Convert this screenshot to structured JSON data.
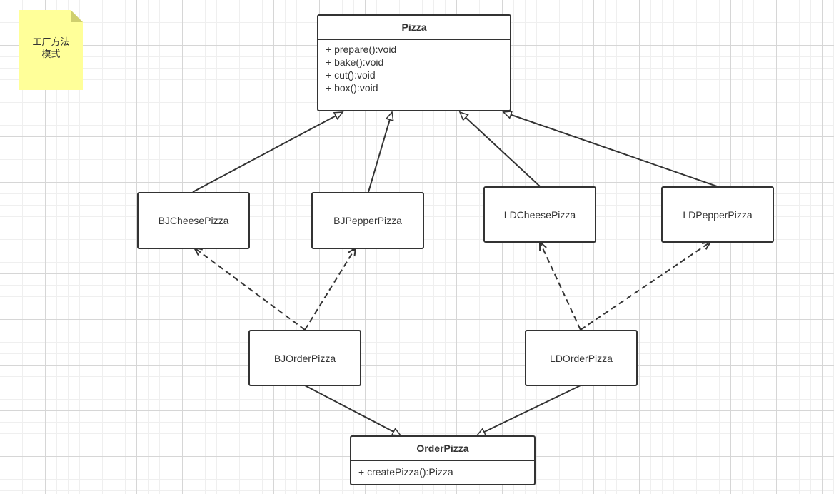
{
  "note": {
    "lines": [
      "工厂方法",
      "模式"
    ],
    "color": "#ffff99"
  },
  "classes": {
    "pizza": {
      "name": "Pizza",
      "methods": [
        "+ prepare():void",
        "+ bake():void",
        "+ cut():void",
        "+ box():void"
      ]
    },
    "bj_cheese_pizza": {
      "name": "BJCheesePizza"
    },
    "bj_pepper_pizza": {
      "name": "BJPepperPizza"
    },
    "ld_cheese_pizza": {
      "name": "LDCheesePizza"
    },
    "ld_pepper_pizza": {
      "name": "LDPepperPizza"
    },
    "bj_order_pizza": {
      "name": "BJOrderPizza"
    },
    "ld_order_pizza": {
      "name": "LDOrderPizza"
    },
    "order_pizza": {
      "name": "OrderPizza",
      "methods": [
        "+ createPizza():Pizza"
      ]
    }
  },
  "relations": [
    {
      "from": "BJCheesePizza",
      "to": "Pizza",
      "kind": "generalization"
    },
    {
      "from": "BJPepperPizza",
      "to": "Pizza",
      "kind": "generalization"
    },
    {
      "from": "LDCheesePizza",
      "to": "Pizza",
      "kind": "generalization"
    },
    {
      "from": "LDPepperPizza",
      "to": "Pizza",
      "kind": "generalization"
    },
    {
      "from": "BJOrderPizza",
      "to": "BJCheesePizza",
      "kind": "dependency"
    },
    {
      "from": "BJOrderPizza",
      "to": "BJPepperPizza",
      "kind": "dependency"
    },
    {
      "from": "LDOrderPizza",
      "to": "LDCheesePizza",
      "kind": "dependency"
    },
    {
      "from": "LDOrderPizza",
      "to": "LDPepperPizza",
      "kind": "dependency"
    },
    {
      "from": "BJOrderPizza",
      "to": "OrderPizza",
      "kind": "generalization"
    },
    {
      "from": "LDOrderPizza",
      "to": "OrderPizza",
      "kind": "generalization"
    }
  ],
  "colors": {
    "stroke": "#333333",
    "grid": "#d6d6d6",
    "background": "#ffffff"
  }
}
